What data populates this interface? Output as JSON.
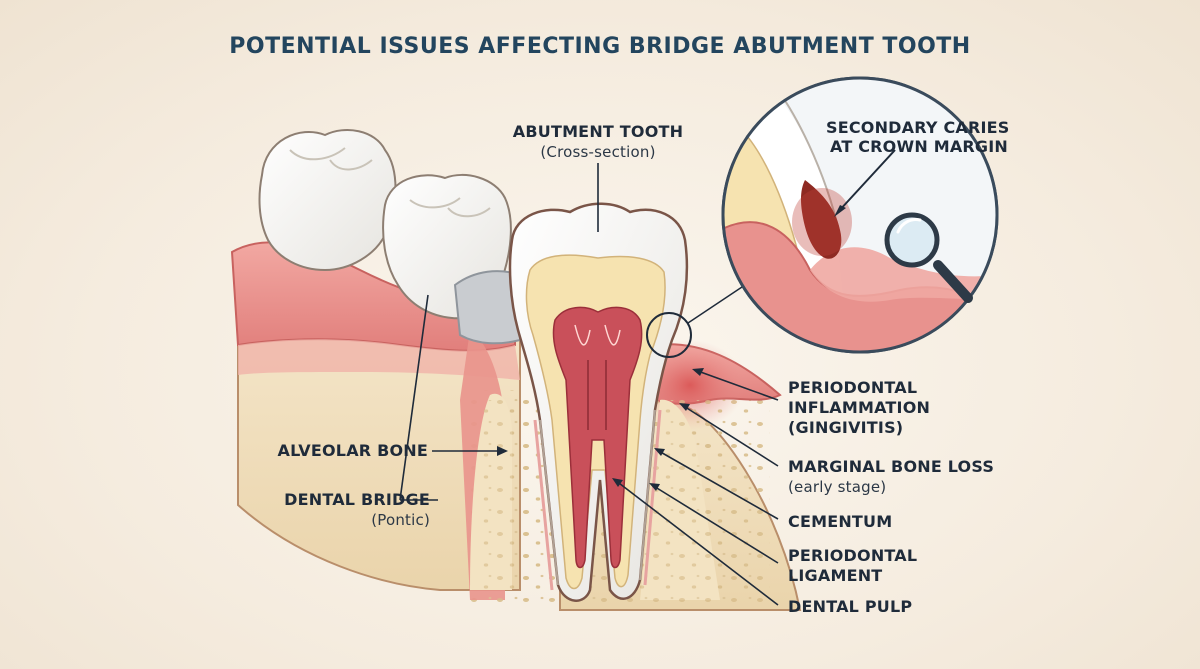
{
  "title": "POTENTIAL ISSUES AFFECTING BRIDGE ABUTMENT TOOTH",
  "labels": {
    "abutment_tooth": "ABUTMENT TOOTH",
    "abutment_tooth_sub": "(Cross-section)",
    "secondary_caries_1": "SECONDARY CARIES",
    "secondary_caries_2": "AT CROWN MARGIN",
    "periodontal_inflammation_1": "PERIODONTAL",
    "periodontal_inflammation_2": "INFLAMMATION",
    "periodontal_inflammation_3": "(GINGIVITIS)",
    "marginal_bone_loss": "MARGINAL BONE LOSS",
    "marginal_bone_loss_sub": "(early stage)",
    "cementum": "CEMENTUM",
    "periodontal_ligament_1": "PERIODONTAL",
    "periodontal_ligament_2": "LIGAMENT",
    "dental_pulp": "DENTAL PULP",
    "alveolar_bone": "ALVEOLAR BONE",
    "dental_bridge": "DENTAL BRIDGE",
    "dental_bridge_sub": "(Pontic)"
  },
  "colors": {
    "title": "#23455e",
    "text": "#1f2b3a",
    "gum": "#e8928e",
    "gum_dark": "#d4706e",
    "bone": "#f1dfbf",
    "enamel": "#ffffff",
    "dentin": "#f6e3b0",
    "pulp": "#c9505a",
    "caries": "#8e2a22",
    "outline": "#7a5548"
  },
  "icons": {
    "magnifier": "magnifier-icon"
  }
}
